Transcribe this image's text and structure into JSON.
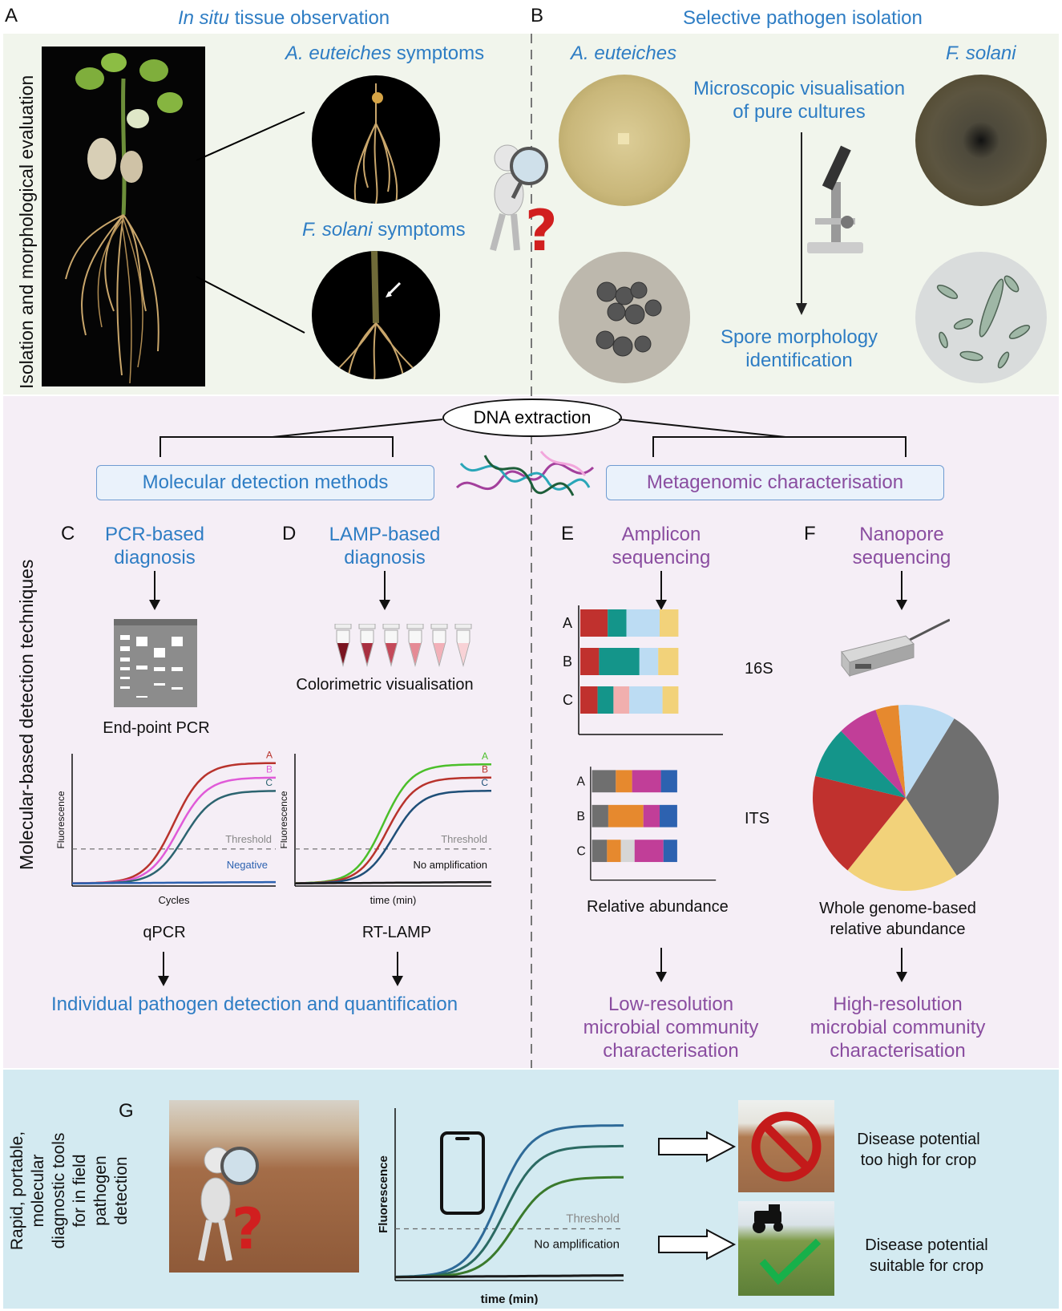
{
  "panel_letters": {
    "a": "A",
    "b": "B",
    "c": "C",
    "d": "D",
    "e": "E",
    "f": "F",
    "g": "G"
  },
  "panel_a": {
    "title_italic": "In situ",
    "title_rest": " tissue observation",
    "side_label": "Isolation and morphological evaluation",
    "ae_symptoms_italic": "A. euteiches",
    "ae_symptoms_rest": " symptoms",
    "fs_symptoms_italic": "F. solani",
    "fs_symptoms_rest": " symptoms"
  },
  "panel_b": {
    "title": "Selective pathogen isolation",
    "ae": "A. euteiches",
    "fs": "F. solani",
    "micro_label": "Microscopic visualisation of pure cultures",
    "spore_label": "Spore morphology identification"
  },
  "middle": {
    "side_label": "Molecular-based detection techniques",
    "dna": "DNA extraction",
    "molecular_box": "Molecular detection methods",
    "metagenomic_box": "Metagenomic characterisation"
  },
  "panel_c": {
    "title": "PCR-based diagnosis",
    "gel_label": "End-point PCR",
    "chart_label": "qPCR"
  },
  "panel_d": {
    "title": "LAMP-based diagnosis",
    "tube_label": "Colorimetric visualisation",
    "chart_label": "RT-LAMP"
  },
  "cd_bottom": "Individual pathogen detection and quantification",
  "panel_e": {
    "title": "Amplicon sequencing",
    "label_16s": "16S",
    "label_its": "ITS",
    "xlabel": "Relative abundance",
    "bottom": "Low-resolution microbial community characterisation"
  },
  "panel_f": {
    "title": "Nanopore sequencing",
    "pie_label": "Whole genome-based relative abundance",
    "bottom": "High-resolution microbial community characterisation"
  },
  "panel_g": {
    "side_label": "Rapid, portable, molecular diagnostic tools for in field pathogen detection",
    "outcome_bad": "Disease potential too high for crop",
    "outcome_good": "Disease potential suitable for crop"
  },
  "colors": {
    "red": "#c0312e",
    "teal": "#14958a",
    "lightblue": "#bcdcf3",
    "yellow": "#f2d27a",
    "pink": "#f1afae",
    "gray": "#6f6f6f",
    "orange": "#e6892e",
    "magenta": "#c13e98",
    "navy": "#2d62b0",
    "lightgray": "#d6d6d6"
  },
  "chart_data": [
    {
      "type": "line",
      "id": "qpcr",
      "xlabel": "Cycles",
      "ylabel": "Fluorescence",
      "threshold_label": "Threshold",
      "series": [
        {
          "name": "A",
          "color": "#b8332c",
          "plateau": 0.93,
          "mid": 0.5
        },
        {
          "name": "B",
          "color": "#e05ad8",
          "plateau": 0.82,
          "mid": 0.52
        },
        {
          "name": "C",
          "color": "#2c6470",
          "plateau": 0.72,
          "mid": 0.55
        },
        {
          "name": "Negative",
          "color": "#2d62b0",
          "plateau": 0.03,
          "mid": 0.5
        }
      ],
      "threshold": 0.28
    },
    {
      "type": "line",
      "id": "rtlamp",
      "xlabel": "time (min)",
      "ylabel": "Fluorescence",
      "threshold_label": "Threshold",
      "no_amp_label": "No amplification",
      "series": [
        {
          "name": "A",
          "color": "#4bbf2a",
          "plateau": 0.92,
          "mid": 0.45
        },
        {
          "name": "B",
          "color": "#b8332c",
          "plateau": 0.82,
          "mid": 0.47
        },
        {
          "name": "C",
          "color": "#1f4f78",
          "plateau": 0.72,
          "mid": 0.5
        },
        {
          "name": "",
          "color": "#1a1a1a",
          "plateau": 0.03,
          "mid": 0.5
        }
      ],
      "threshold": 0.28
    },
    {
      "type": "bar",
      "id": "16s",
      "orientation": "horizontal",
      "stacked": true,
      "categories": [
        "A",
        "B",
        "C"
      ],
      "rows": [
        [
          {
            "c": "red",
            "v": 0.19
          },
          {
            "c": "teal",
            "v": 0.13
          },
          {
            "c": "lightblue",
            "v": 0.23
          },
          {
            "c": "yellow",
            "v": 0.13
          }
        ],
        [
          {
            "c": "red",
            "v": 0.13
          },
          {
            "c": "teal",
            "v": 0.28
          },
          {
            "c": "lightblue",
            "v": 0.13
          },
          {
            "c": "yellow",
            "v": 0.14
          }
        ],
        [
          {
            "c": "red",
            "v": 0.12
          },
          {
            "c": "teal",
            "v": 0.11
          },
          {
            "c": "pink",
            "v": 0.11
          },
          {
            "c": "lightblue",
            "v": 0.23
          },
          {
            "c": "yellow",
            "v": 0.11
          }
        ]
      ]
    },
    {
      "type": "bar",
      "id": "its",
      "orientation": "horizontal",
      "stacked": true,
      "categories": [
        "A",
        "B",
        "C"
      ],
      "rows": [
        [
          {
            "c": "gray",
            "v": 0.19
          },
          {
            "c": "orange",
            "v": 0.13
          },
          {
            "c": "magenta",
            "v": 0.23
          },
          {
            "c": "navy",
            "v": 0.13
          }
        ],
        [
          {
            "c": "gray",
            "v": 0.13
          },
          {
            "c": "orange",
            "v": 0.28
          },
          {
            "c": "magenta",
            "v": 0.13
          },
          {
            "c": "navy",
            "v": 0.14
          }
        ],
        [
          {
            "c": "gray",
            "v": 0.12
          },
          {
            "c": "orange",
            "v": 0.11
          },
          {
            "c": "lightgray",
            "v": 0.11
          },
          {
            "c": "magenta",
            "v": 0.23
          },
          {
            "c": "navy",
            "v": 0.11
          }
        ]
      ]
    },
    {
      "type": "pie",
      "id": "nanopore",
      "slices": [
        {
          "c": "gray",
          "v": 0.32
        },
        {
          "c": "yellow",
          "v": 0.2
        },
        {
          "c": "red",
          "v": 0.18
        },
        {
          "c": "teal",
          "v": 0.09
        },
        {
          "c": "magenta",
          "v": 0.07
        },
        {
          "c": "orange",
          "v": 0.04
        },
        {
          "c": "lightblue",
          "v": 0.1
        }
      ]
    },
    {
      "type": "line",
      "id": "field",
      "xlabel": "time (min)",
      "ylabel": "Fluorescence",
      "threshold_label": "Threshold",
      "no_amp_label": "No amplification",
      "series": [
        {
          "name": "",
          "color": "#2e6a98",
          "plateau": 0.9,
          "mid": 0.45
        },
        {
          "name": "",
          "color": "#2b6a62",
          "plateau": 0.78,
          "mid": 0.48
        },
        {
          "name": "",
          "color": "#3a7a2c",
          "plateau": 0.6,
          "mid": 0.52
        },
        {
          "name": "",
          "color": "#1a1a1a",
          "plateau": 0.03,
          "mid": 0.5
        }
      ],
      "threshold": 0.3
    }
  ]
}
